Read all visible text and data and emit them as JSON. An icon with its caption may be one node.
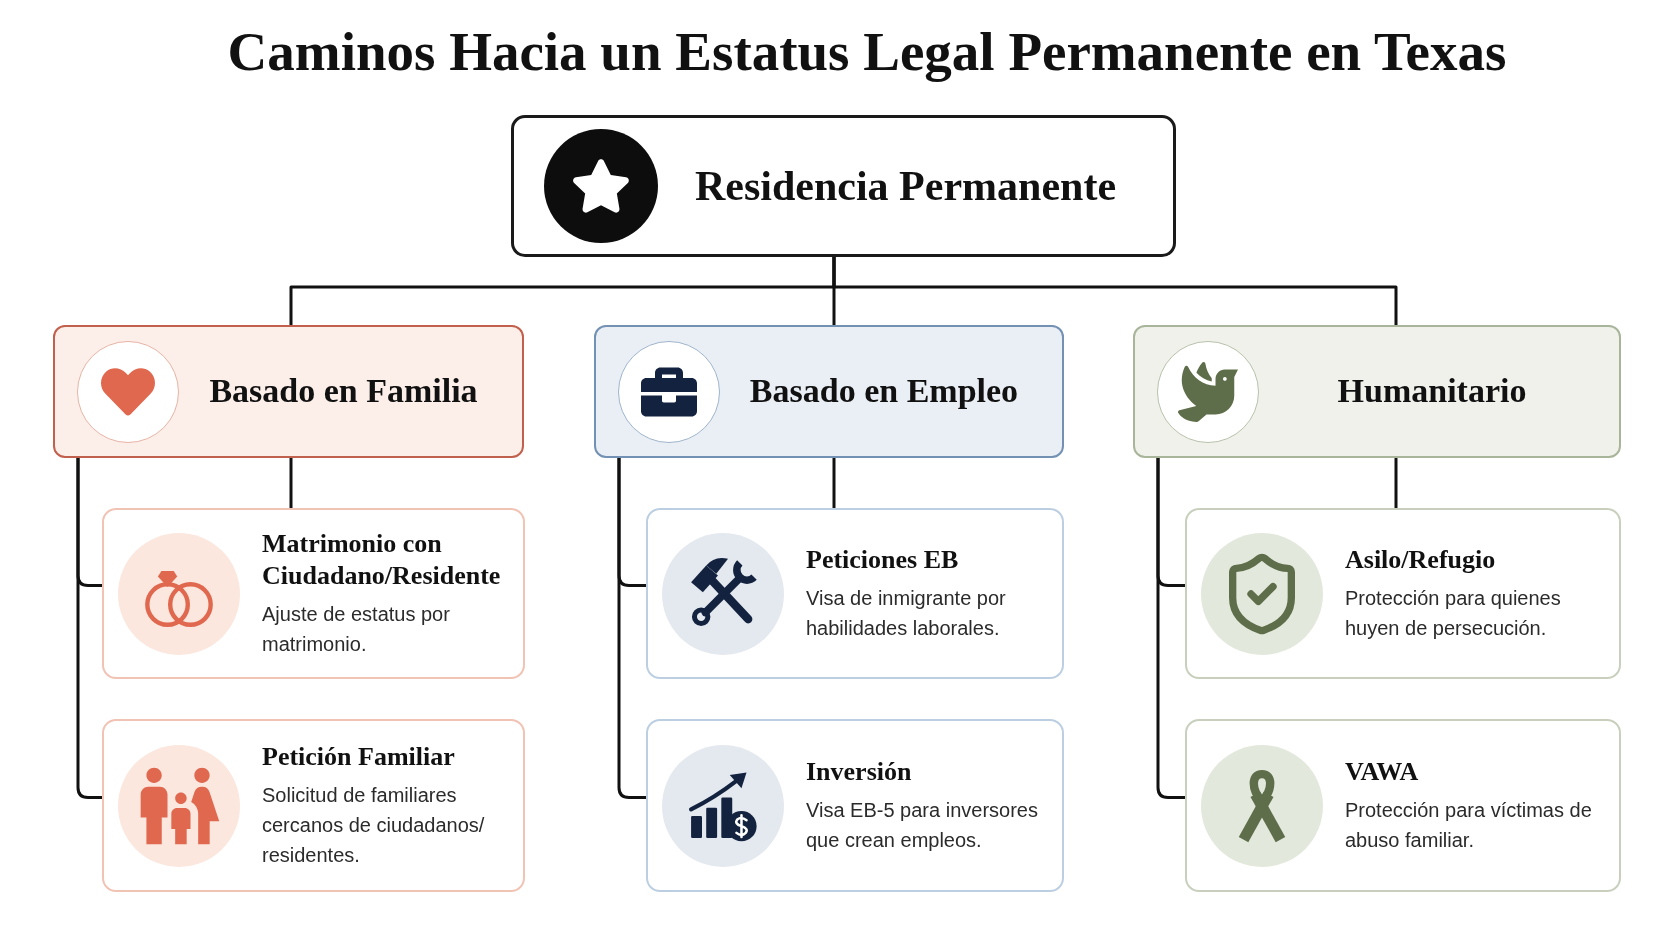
{
  "diagram": {
    "title": "Caminos Hacia un Estatus Legal Permanente en Texas",
    "nodes": [
      {
        "text": [
          "Residencia Permanente"
        ]
      },
      {
        "text": [
          "Basado en Familia"
        ]
      },
      {
        "text": [
          "Basado en Empleo"
        ]
      },
      {
        "text": [
          "Humanitario"
        ]
      },
      {
        "text": [
          "Matrimonio con Ciudadano/Residente",
          "Ajuste de estatus por matrimonio."
        ]
      },
      {
        "text": [
          "Petición Familiar",
          "Solicitud de familiares cercanos de ciudadanos/ residentes."
        ]
      },
      {
        "text": [
          "Peticiones EB",
          "Visa de inmigrante por habilidades laborales."
        ]
      },
      {
        "text": [
          "Inversión",
          "Visa EB-5 para inversores que crean empleos."
        ]
      },
      {
        "text": [
          "Asilo/Refugio",
          "Protección para quienes huyen de persecución."
        ]
      },
      {
        "text": [
          "VAWA",
          "Protección para víctimas de abuso familiar."
        ]
      }
    ],
    "edges": [
      {
        "from": 0,
        "to": 1,
        "arrow": "none"
      },
      {
        "from": 0,
        "to": 2,
        "arrow": "none"
      },
      {
        "from": 0,
        "to": 3,
        "arrow": "none"
      },
      {
        "from": 1,
        "to": 4,
        "arrow": "none"
      },
      {
        "from": 1,
        "to": 4,
        "arrow": "none"
      },
      {
        "from": 1,
        "to": 5,
        "arrow": "none"
      },
      {
        "from": 2,
        "to": 6,
        "arrow": "none"
      },
      {
        "from": 2,
        "to": 6,
        "arrow": "none"
      },
      {
        "from": 2,
        "to": 7,
        "arrow": "none"
      },
      {
        "from": 3,
        "to": 8,
        "arrow": "none"
      },
      {
        "from": 3,
        "to": 8,
        "arrow": "none"
      },
      {
        "from": 3,
        "to": 9,
        "arrow": "none"
      }
    ]
  }
}
